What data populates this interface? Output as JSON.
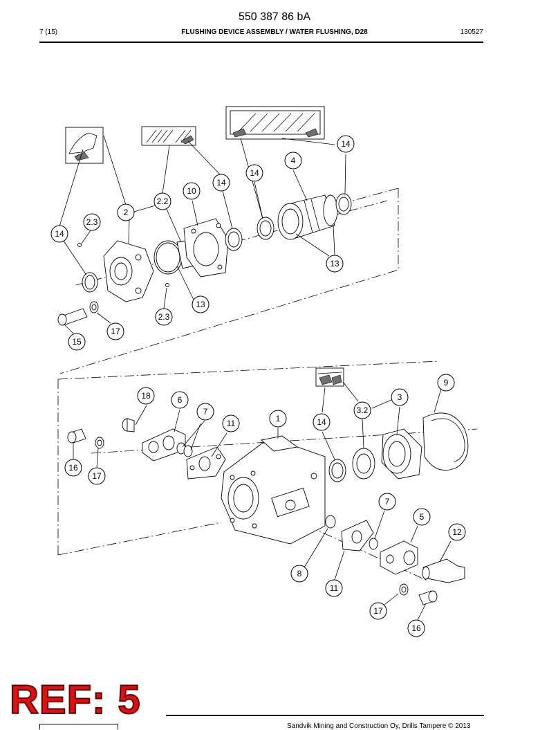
{
  "header": {
    "doc_number": "550 387 86 bA",
    "page": "7 (15)",
    "title": "FLUSHING DEVICE ASSEMBLY / WATER FLUSHING, D28",
    "date_code": "130527"
  },
  "stamp": {
    "ref_label": "REF: 5"
  },
  "footer": {
    "copyright": "Sandvik Mining and Construction Oy, Drills Tampere © 2013"
  },
  "callouts": [
    "14",
    "4",
    "14",
    "14",
    "10",
    "2.2",
    "2",
    "2.3",
    "14",
    "13",
    "13",
    "2.3",
    "17",
    "15",
    "9",
    "18",
    "6",
    "3",
    "7",
    "3.2",
    "11",
    "1",
    "14",
    "16",
    "17",
    "7",
    "5",
    "12",
    "8",
    "11",
    "17",
    "16"
  ]
}
